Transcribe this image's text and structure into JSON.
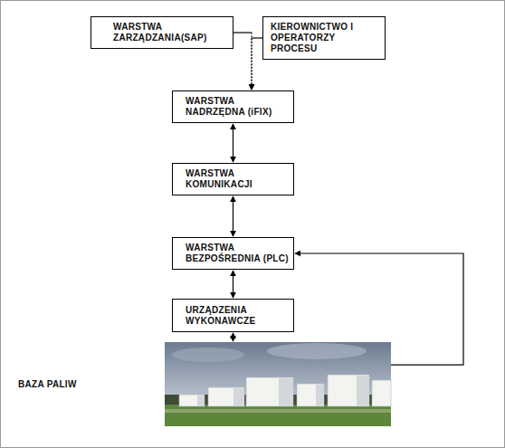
{
  "diagram": {
    "nodes": [
      {
        "text": [
          "WARSTWA ZARZĄDZANIA(SAP)"
        ]
      },
      {
        "text": [
          "KIEROWNICTWO I OPERATORZY PROCESU"
        ]
      },
      {
        "text": [
          "WARSTWA NADRZĘDNA (iFIX)"
        ]
      },
      {
        "text": [
          "WARSTWA KOMUNIKACJI"
        ]
      },
      {
        "text": [
          "WARSTWA BEZPOŚREDNIA (PLC)"
        ]
      },
      {
        "text": [
          "URZĄDZENIA WYKONAWCZE"
        ]
      },
      {
        "text": [
          "BAZA PALIW"
        ]
      }
    ],
    "edges": [
      {
        "from": 0,
        "to": 2,
        "arrow": "to"
      },
      {
        "from": 1,
        "to": 2,
        "arrow": "to"
      },
      {
        "from": 2,
        "to": 3,
        "arrow": "both"
      },
      {
        "from": 3,
        "to": 4,
        "arrow": "both"
      },
      {
        "from": 4,
        "to": 5,
        "arrow": "both"
      },
      {
        "from": 5,
        "to": 6,
        "arrow": "both"
      },
      {
        "from": 6,
        "to": 4,
        "arrow": "to"
      }
    ]
  }
}
